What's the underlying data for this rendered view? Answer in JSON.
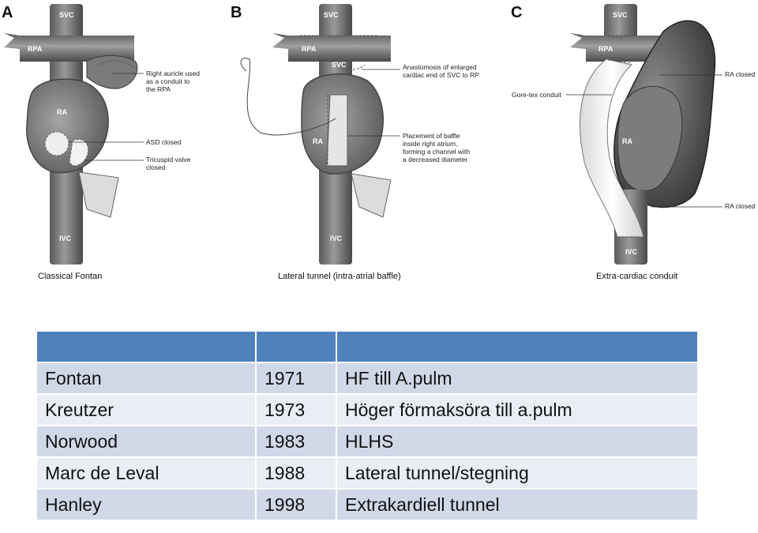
{
  "diagram": {
    "panels": [
      {
        "letter": "A",
        "caption": "Classical Fontan",
        "vessels": {
          "svc": "SVC",
          "rpa": "RPA",
          "ra": "RA",
          "ivc": "IVC"
        },
        "annotations": [
          {
            "lines": [
              "Right auricle used",
              "as a conduit to",
              "the RPA"
            ]
          },
          {
            "lines": [
              "ASD closed"
            ]
          },
          {
            "lines": [
              "Tricuspid valve",
              "closed"
            ]
          }
        ]
      },
      {
        "letter": "B",
        "caption": "Lateral tunnel (intra-atrial baffle)",
        "vessels": {
          "svc": "SVC",
          "rpa": "RPA",
          "svc_inner": "SVC",
          "ra": "RA",
          "ivc": "IVC"
        },
        "annotations": [
          {
            "lines": [
              "Anastomosis of enlarged",
              "cardiac end of SVC to RP"
            ]
          },
          {
            "lines": [
              "Placement of baffle",
              "inside right atrium,",
              "forming a channel with",
              "a decreased diameter"
            ]
          }
        ]
      },
      {
        "letter": "C",
        "caption": "Extra-cardiac conduit",
        "vessels": {
          "svc": "SVC",
          "rpa": "RPA",
          "ra": "RA",
          "ivc": "IVC"
        },
        "annotations": [
          {
            "lines": [
              "Gore-tex conduit"
            ]
          },
          {
            "lines": [
              "RA closed"
            ]
          },
          {
            "lines": [
              "RA closed"
            ]
          }
        ]
      }
    ]
  },
  "table": {
    "header": [
      "",
      "",
      ""
    ],
    "header_color": "#4f81bd",
    "row_colors": [
      "#d0d8e8",
      "#e9edf4"
    ],
    "rows": [
      {
        "name": "Fontan",
        "year": "1971",
        "description": "HF till A.pulm"
      },
      {
        "name": "Kreutzer",
        "year": "1973",
        "description": "Höger förmaksöra till a.pulm"
      },
      {
        "name": "Norwood",
        "year": "1983",
        "description": "HLHS"
      },
      {
        "name": "Marc de Leval",
        "year": "1988",
        "description": "Lateral tunnel/stegning"
      },
      {
        "name": "Hanley",
        "year": "1998",
        "description": "Extrakardiell tunnel"
      }
    ]
  }
}
